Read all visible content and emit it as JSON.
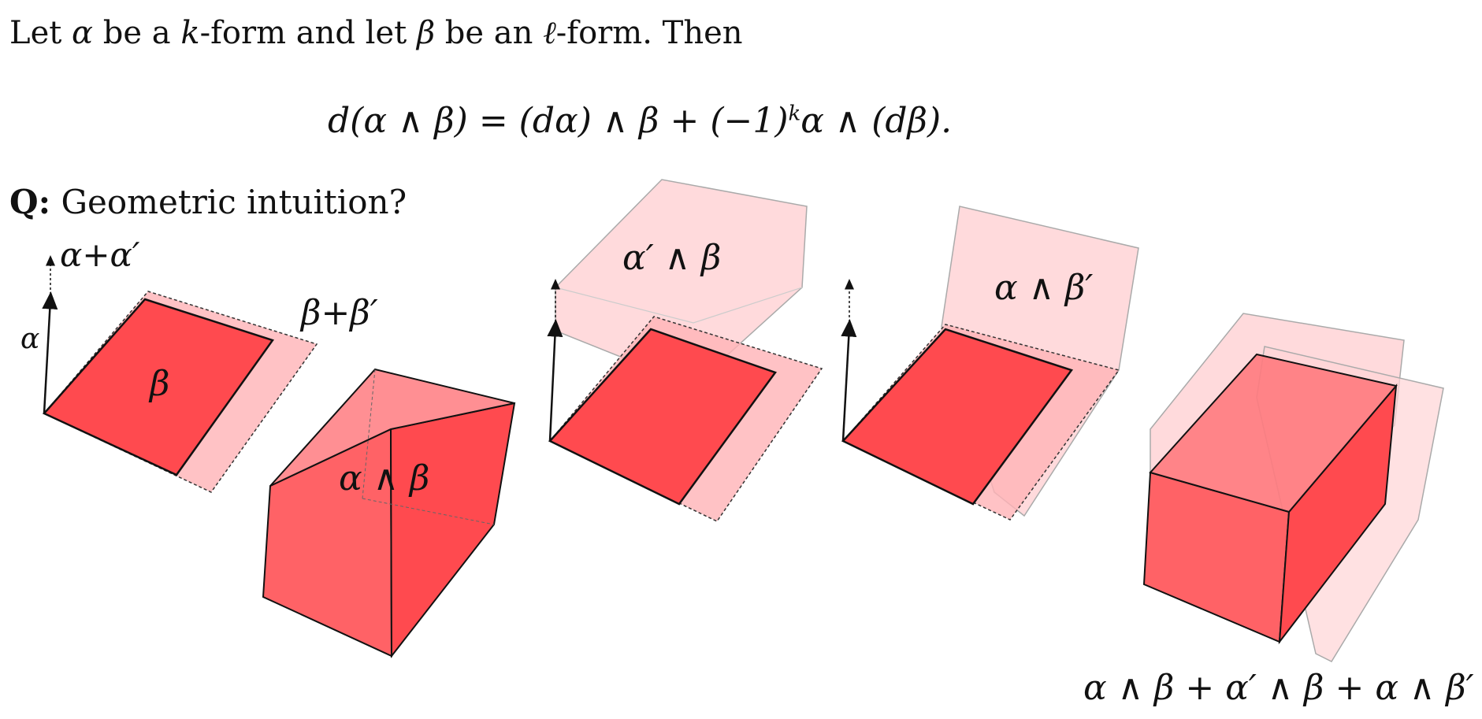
{
  "text": {
    "let": "Let",
    "alpha": "α",
    "be_a": "be a",
    "k": "k",
    "form_and_let": "-form and let",
    "beta": "β",
    "be_an": "be an",
    "ell": "ℓ",
    "form_then": "-form. Then",
    "formula": "d(α ∧ β) = (dα) ∧ β + (−1)",
    "formula_exp": "k",
    "formula_tail": "α ∧ (dβ).",
    "q_bold": "Q:",
    "q_text": "Geometric intuition?"
  },
  "labels": {
    "alpha_plus_alpha_prime": "α+α′",
    "alpha": "α",
    "beta_plus_beta_prime": "β+β′",
    "beta": "β",
    "alpha_wedge_beta": "α ∧ β",
    "alpha_prime_wedge_beta": "α′ ∧ β",
    "alpha_wedge_beta_prime": "α ∧ β′",
    "sum": "α ∧ β + α′ ∧ β + α ∧ β′"
  },
  "colors": {
    "solid_red": "#ff4a4f",
    "light_red": "#ffb3b6",
    "faint_red": "#ffd4d6"
  }
}
